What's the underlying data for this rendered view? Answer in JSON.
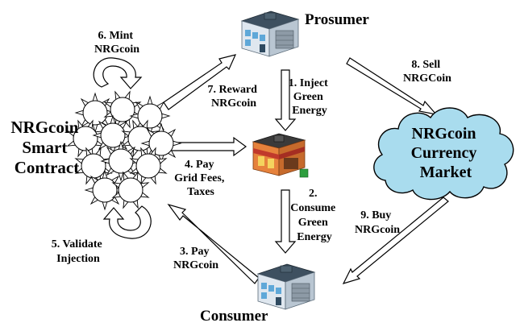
{
  "diagram": {
    "nodes": {
      "prosumer": "Prosumer",
      "consumer": "Consumer",
      "contract": [
        "NRGcoin",
        "Smart",
        "Contract"
      ],
      "market": [
        "NRGcoin",
        "Currency",
        "Market"
      ]
    },
    "steps": {
      "s1": [
        "1. Inject",
        "Green",
        "Energy"
      ],
      "s2": [
        "2.",
        "Consume",
        "Green",
        "Energy"
      ],
      "s3": [
        "3. Pay",
        "NRGcoin"
      ],
      "s4": [
        "4. Pay",
        "Grid Fees,",
        "Taxes"
      ],
      "s5": [
        "5. Validate",
        "Injection"
      ],
      "s6": [
        "6. Mint",
        "NRGcoin"
      ],
      "s7": [
        "7. Reward",
        "NRGcoin"
      ],
      "s8": [
        "8. Sell",
        "NRGCoin"
      ],
      "s9": [
        "9. Buy",
        "NRGcoin"
      ]
    },
    "colors": {
      "cloud_fill": "#a9dcee",
      "building_roof": "#3e5060",
      "building_wall": "#dfe7ef",
      "building_glass": "#5fa8d8",
      "shop_awning": "#c0392b",
      "shop_wall": "#e6823c",
      "grid_green": "#2e9e3e"
    }
  }
}
